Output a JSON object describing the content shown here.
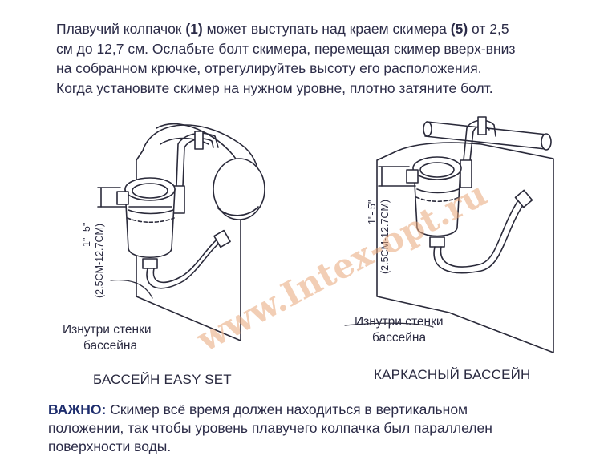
{
  "intro": {
    "line1_a": "Плавучий колпачок ",
    "line1_b": "(1)",
    "line1_c": " может выступать над краем скимера ",
    "line1_d": "(5)",
    "line1_e": " от 2,5",
    "line2": "см до 12,7 см. Ослабьте болт скимера, перемещая скимер вверх-вниз",
    "line3": "на собранном крючке, отрегулируйтеь высоту его расположения.",
    "line4": "Когда установите скимер на нужном уровне, плотно затяните болт."
  },
  "left_figure": {
    "dim_inch": "1\"- 5\"",
    "dim_cm": "(2.5CM-12.7CM)",
    "wall_label_1": "Изнутри стенки",
    "wall_label_2": "бассейна",
    "caption": "БАССЕЙН EASY SET"
  },
  "right_figure": {
    "dim_inch": "1\"- 5\"",
    "dim_cm": "(2.5CM-12.7CM)",
    "wall_label_1": "Изнутри стенки",
    "wall_label_2": "бассейна",
    "caption": "КАРКАСНЫЙ БАССЕЙН"
  },
  "watermark": "www.Intex-opt.ru",
  "note": {
    "label": "ВАЖНО:",
    "line1": " Скимер всё время должен находиться в вертикальном",
    "line2": "положении, так чтобы уровень плавучего колпачка был параллелен",
    "line3": "поверхности воды."
  },
  "colors": {
    "text": "#2c2c48",
    "note_label": "#1f2e6e",
    "line_art": "#2a2a3a",
    "watermark": "#e9a77a"
  }
}
